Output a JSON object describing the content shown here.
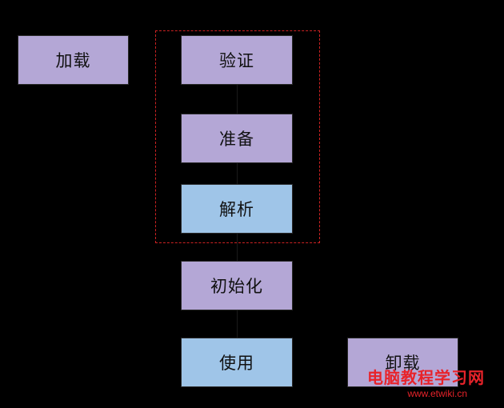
{
  "diagram": {
    "steps": {
      "load": "加载",
      "verify": "验证",
      "prepare": "准备",
      "resolve": "解析",
      "init": "初始化",
      "use": "使用",
      "unload": "卸载"
    },
    "colors": {
      "background": "#000000",
      "purple_box": "#b4a7d6",
      "blue_box": "#9fc5e8",
      "group_border": "#cc2222"
    }
  },
  "watermark": {
    "title": "电脑教程学习网",
    "url": "www.etwiki.cn"
  }
}
